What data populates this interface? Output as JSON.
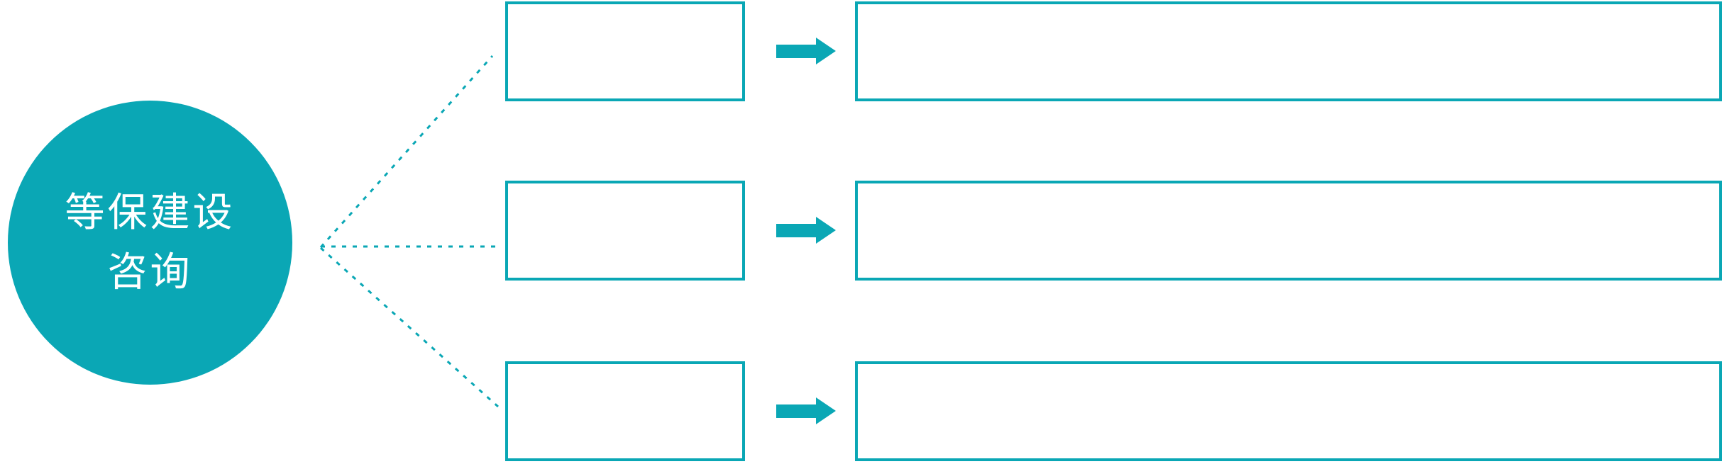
{
  "theme": {
    "accent_color": "#0aa7b5",
    "background_color": "#ffffff",
    "circle_text_color": "#ffffff"
  },
  "diagram": {
    "circle": {
      "line1": "等保建设",
      "line2": "咨询"
    },
    "rows": [
      {
        "small_box_text": "",
        "large_box_text": ""
      },
      {
        "small_box_text": "",
        "large_box_text": ""
      },
      {
        "small_box_text": "",
        "large_box_text": ""
      }
    ],
    "icons": {
      "arrow": "right-block-arrow-icon",
      "connector": "dotted-line"
    }
  }
}
